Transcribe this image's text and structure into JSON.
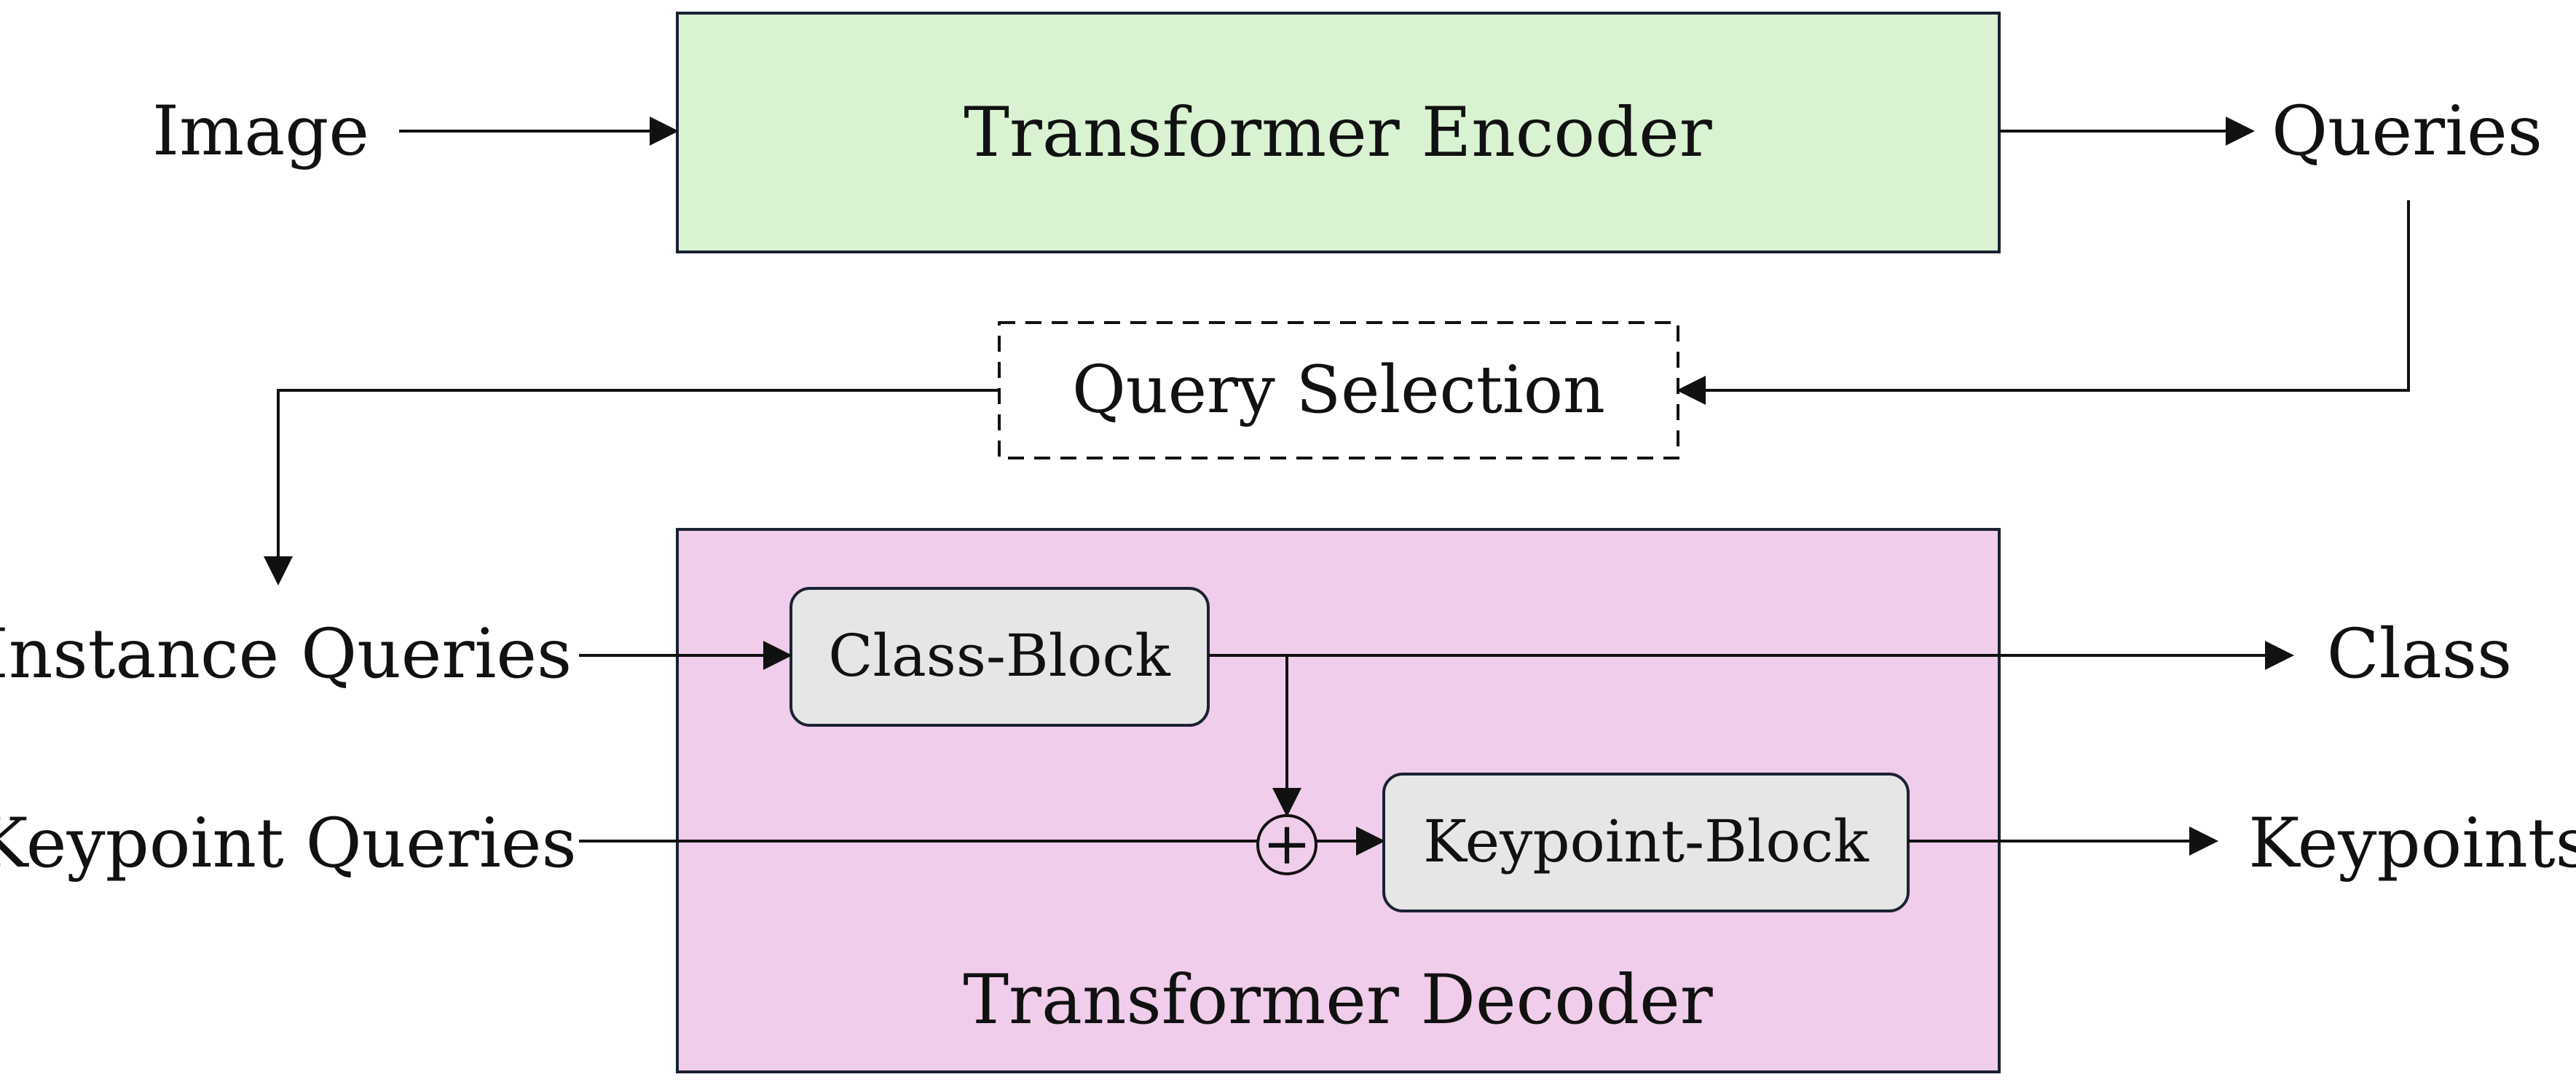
{
  "nodes": {
    "image": "Image",
    "encoder": "Transformer Encoder",
    "queries": "Queries",
    "query_selection": "Query Selection",
    "instance_queries": "Instance Queries",
    "keypoint_queries": "Keypoint Queries",
    "class_block": "Class-Block",
    "keypoint_block": "Keypoint-Block",
    "decoder": "Transformer Decoder",
    "class_out": "Class",
    "keypoints_out": "Keypoints",
    "add_symbol": "+"
  },
  "colors": {
    "encoder_fill": "#d9f2d2",
    "decoder_fill": "#f0cdea",
    "block_fill": "#e6e6e6",
    "stroke": "#1a2233"
  }
}
